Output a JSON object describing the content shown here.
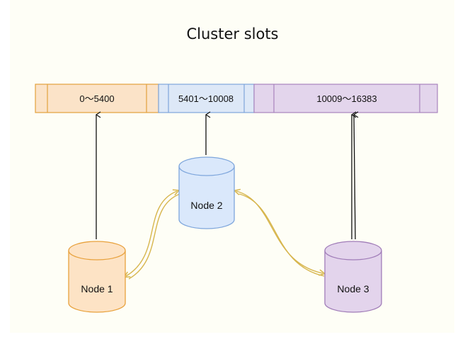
{
  "title": "Cluster slots",
  "slots": [
    {
      "label": "0～5400",
      "color": "#fbe3c8",
      "stroke": "#e2a13d"
    },
    {
      "label": "5401～10008",
      "color": "#dde8f7",
      "stroke": "#7ea6dc"
    },
    {
      "label": "10009～16383",
      "color": "#e3d5ec",
      "stroke": "#a884bd"
    }
  ],
  "nodes": [
    {
      "label": "Node 1",
      "fill": "#fde3c5",
      "stroke": "#e8a13c"
    },
    {
      "label": "Node 2",
      "fill": "#dae8fb",
      "stroke": "#7ea6dc"
    },
    {
      "label": "Node 3",
      "fill": "#e3d4ec",
      "stroke": "#a07cb8"
    }
  ],
  "connector_color": "#d7b64e"
}
